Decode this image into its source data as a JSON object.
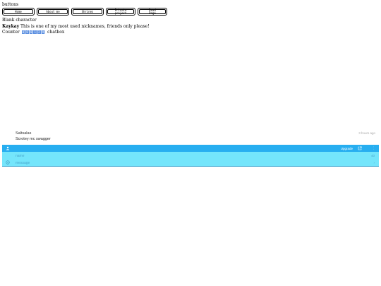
{
  "heading": "buttons",
  "nav": {
    "items": [
      {
        "lines": [
          "Home"
        ]
      },
      {
        "lines": [
          "About me"
        ]
      },
      {
        "lines": [
          "Shrines"
        ]
      },
      {
        "lines": [
          "Private",
          "project"
        ]
      },
      {
        "lines": [
          "Dead",
          "Page"
        ]
      }
    ]
  },
  "blank_character": "Blank character",
  "nickname": {
    "name": "Kaykay",
    "description": "This is one of my most used nicknames, friends only please!"
  },
  "counter": {
    "label": "Counter",
    "digits": [
      "0",
      "0",
      "0",
      "1",
      "2",
      "9"
    ],
    "suffix": "chatbox"
  },
  "chatbox": {
    "message": {
      "author": "Saltsalas",
      "time": "3 hours ago",
      "text": "Scrotey mc swagger"
    },
    "toolbar": {
      "upgrade_label": "Upgrade",
      "more_label": "⋮"
    },
    "name_field": {
      "placeholder": "name",
      "counter": "40"
    },
    "message_field": {
      "placeholder": "message",
      "send_hint": "›"
    }
  }
}
